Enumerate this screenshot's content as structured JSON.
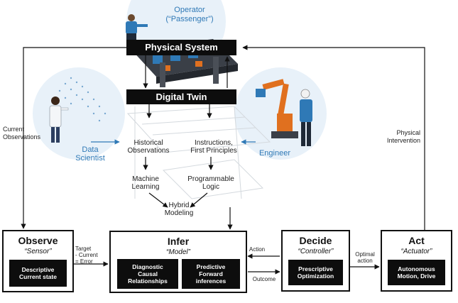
{
  "roles": {
    "operator": [
      "Operator",
      "(“Passenger”)"
    ],
    "data_scientist": [
      "Data",
      "Scientist"
    ],
    "engineer": "Engineer"
  },
  "bars": {
    "physical_system": "Physical System",
    "digital_twin": "Digital Twin"
  },
  "flow": {
    "historical": [
      "Historical",
      "Observations"
    ],
    "instructions": [
      "Instructions,",
      "First Principles"
    ],
    "ml": [
      "Machine",
      "Learning"
    ],
    "logic": [
      "Programmable",
      "Logic"
    ],
    "hybrid": [
      "Hybrid",
      "Modeling"
    ],
    "current_observations": [
      "Current",
      "Observations"
    ],
    "physical_intervention": [
      "Physical",
      "Intervention"
    ],
    "target": [
      "Target",
      "- Current",
      "= Error"
    ],
    "action": "Action",
    "outcome": "Outcome",
    "optimal_action": [
      "Optimal",
      "action"
    ]
  },
  "observe": {
    "title": "Observe",
    "subtitle": "“Sensor”",
    "inner": [
      "Descriptive",
      "Current state"
    ]
  },
  "infer": {
    "title": "Infer",
    "subtitle": "“Model”",
    "left": [
      "Diagnostic",
      "Causal",
      "Relationships"
    ],
    "right": [
      "Predictive",
      "Forward",
      "inferences"
    ]
  },
  "decide": {
    "title": "Decide",
    "subtitle": "“Controller”",
    "inner": [
      "Prescriptive",
      "Optimization"
    ]
  },
  "act": {
    "title": "Act",
    "subtitle": "“Actuator”",
    "inner": [
      "Autonomous",
      "Motion, Drive"
    ]
  },
  "colors": {
    "accent_blue": "#2f79b6",
    "circle": "#e6f0f8",
    "bar": "#0d0d0d",
    "robot": "#e0701f"
  }
}
